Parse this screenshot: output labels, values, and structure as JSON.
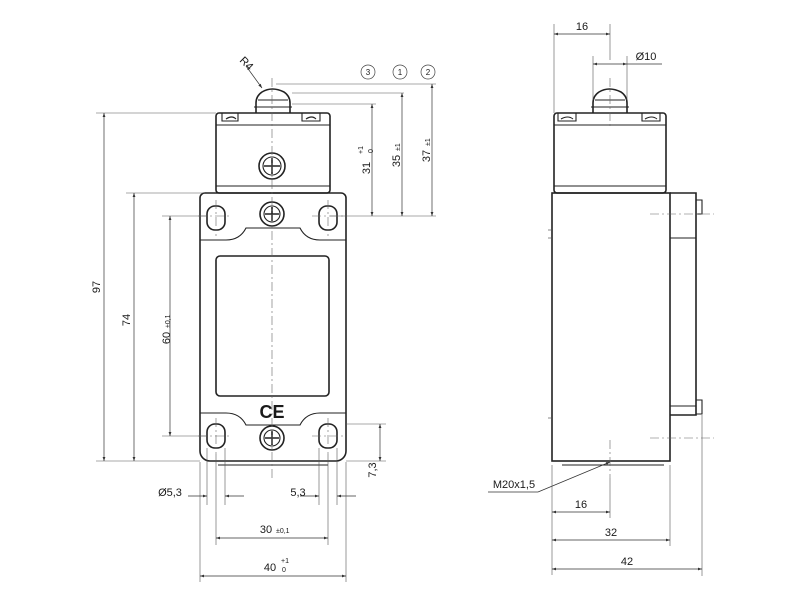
{
  "front_view": {
    "dims": {
      "r4": "R4",
      "d31": "31",
      "d31_tol_top": "+1",
      "d31_tol_bot": "0",
      "d35": "35",
      "d35_tol": "±1",
      "d37": "37",
      "d37_tol": "±1",
      "d97": "97",
      "d74": "74",
      "d60": "60",
      "d60_tol": "±0,1",
      "d73": "7,3",
      "dia53": "Ø5,3",
      "d53": "5,3",
      "d30": "30",
      "d30_tol": "±0,1",
      "d40": "40",
      "d40_tol_top": "+1",
      "d40_tol_bot": "0"
    },
    "callouts": [
      "3",
      "1",
      "2"
    ],
    "ce_mark": "CE"
  },
  "side_view": {
    "dims": {
      "d16_top": "16",
      "dia10": "Ø10",
      "thread": "M20x1,5",
      "d16_bottom": "16",
      "d32": "32",
      "d42": "42"
    }
  }
}
